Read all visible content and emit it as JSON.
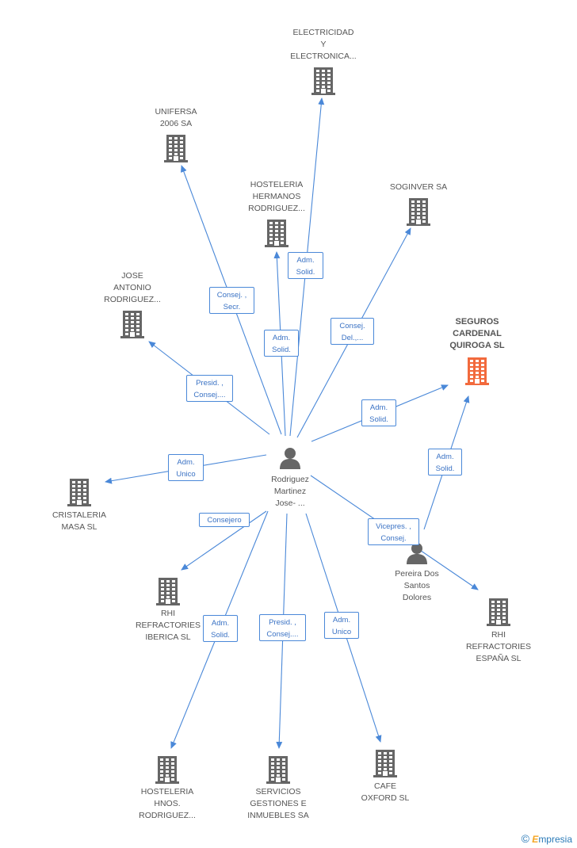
{
  "colors": {
    "edge": "#4a88d8",
    "building": "#666666",
    "highlight": "#f26a3d",
    "person": "#666666"
  },
  "nodes": [
    {
      "id": "electricidad",
      "type": "company",
      "label": "ELECTRICIDAD\nY\nELECTRONICA..."
    },
    {
      "id": "unifersa",
      "type": "company",
      "label": "UNIFERSA\n2006 SA"
    },
    {
      "id": "hosteleria_hermanos",
      "type": "company",
      "label": "HOSTELERIA\nHERMANOS\nRODRIGUEZ..."
    },
    {
      "id": "soginver",
      "type": "company",
      "label": "SOGINVER SA"
    },
    {
      "id": "jose_antonio",
      "type": "company",
      "label": "JOSE\nANTONIO\nRODRIGUEZ..."
    },
    {
      "id": "seguros",
      "type": "company-highlight",
      "label": "SEGUROS\nCARDENAL\nQUIROGA SL"
    },
    {
      "id": "cristaleria",
      "type": "company",
      "label": "CRISTALERIA\nMASA SL"
    },
    {
      "id": "rodriguez",
      "type": "person",
      "label": "Rodriguez\nMartinez\nJose- ..."
    },
    {
      "id": "pereira",
      "type": "person",
      "label": "Pereira Dos\nSantos\nDolores"
    },
    {
      "id": "rhi_iberica",
      "type": "company",
      "label": "RHI\nREFRACTORIES\nIBERICA SL"
    },
    {
      "id": "rhi_espana",
      "type": "company",
      "label": "RHI\nREFRACTORIES\nESPAÑA SL"
    },
    {
      "id": "hosteleria_hnos",
      "type": "company",
      "label": "HOSTELERIA\nHNOS.\nRODRIGUEZ..."
    },
    {
      "id": "servicios",
      "type": "company",
      "label": "SERVICIOS\nGESTIONES E\nINMUEBLES SA"
    },
    {
      "id": "cafe_oxford",
      "type": "company",
      "label": "CAFE\nOXFORD SL"
    }
  ],
  "edges": [
    {
      "from": "rodriguez",
      "to": "electricidad",
      "label": "Adm.\nSolid."
    },
    {
      "from": "rodriguez",
      "to": "unifersa",
      "label": "Consej. ,\nSecr."
    },
    {
      "from": "rodriguez",
      "to": "hosteleria_hermanos",
      "label": "Adm.\nSolid."
    },
    {
      "from": "rodriguez",
      "to": "soginver",
      "label": "Consej.\nDel.,..."
    },
    {
      "from": "rodriguez",
      "to": "jose_antonio",
      "label": "Presid. ,\nConsej...."
    },
    {
      "from": "rodriguez",
      "to": "seguros",
      "label": "Adm.\nSolid."
    },
    {
      "from": "pereira",
      "to": "seguros",
      "label": "Adm.\nSolid."
    },
    {
      "from": "rodriguez",
      "to": "cristaleria",
      "label": "Adm.\nUnico"
    },
    {
      "from": "rodriguez",
      "to": "rhi_iberica",
      "label": "Consejero"
    },
    {
      "from": "rodriguez",
      "to": "rhi_espana",
      "label": "Vicepres. ,\nConsej."
    },
    {
      "from": "rodriguez",
      "to": "hosteleria_hnos",
      "label": "Adm.\nSolid."
    },
    {
      "from": "rodriguez",
      "to": "servicios",
      "label": "Presid. ,\nConsej...."
    },
    {
      "from": "rodriguez",
      "to": "cafe_oxford",
      "label": "Adm.\nUnico"
    }
  ],
  "watermark": {
    "copyright": "©",
    "brand_initial": "E",
    "brand_rest": "mpresia"
  }
}
